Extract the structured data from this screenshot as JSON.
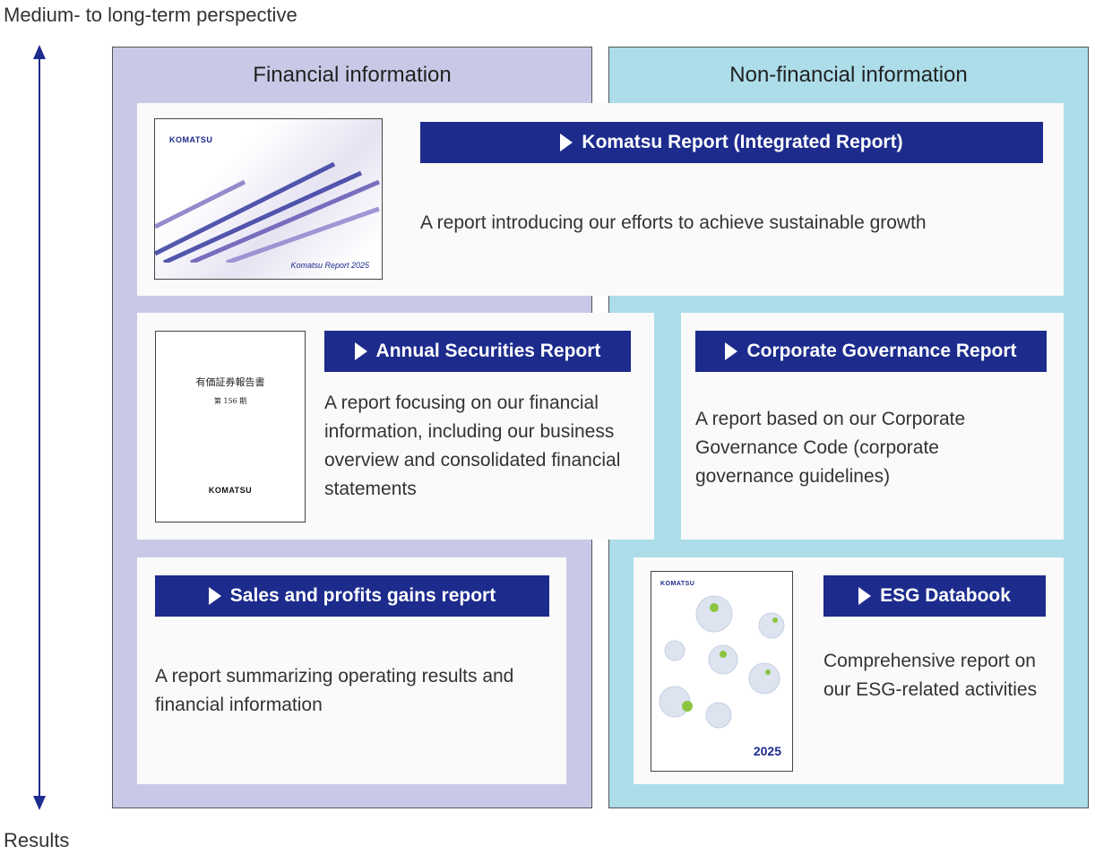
{
  "axis": {
    "top_label": "Medium- to long-term perspective",
    "bottom_label": "Results"
  },
  "panels": {
    "financial": "Financial information",
    "non_financial": "Non-financial information"
  },
  "reports": [
    {
      "title": "Komatsu Report (Integrated Report)",
      "description": "A report introducing our efforts to achieve sustainable growth",
      "cover_logo": "KOMATSU",
      "cover_caption": "Komatsu Report 2025"
    },
    {
      "title": "Annual Securities Report",
      "description": "A report focusing on our financial information, including our business overview and consolidated financial statements",
      "cover_logo": "KOMATSU",
      "cover_title": "有価証券報告書",
      "cover_sub": "第 156 期"
    },
    {
      "title": "Corporate Governance Report",
      "description": "A report based on our Corporate Governance Code (corporate governance guidelines)"
    },
    {
      "title": "Sales and profits gains report",
      "description": "A report summarizing operating results and financial information"
    },
    {
      "title": "ESG Databook",
      "description": "Comprehensive report on our ESG-related activities",
      "cover_logo": "KOMATSU",
      "cover_year": "2025"
    }
  ],
  "colors": {
    "navy": "#1c2b8c",
    "financial_bg": "#c9c9e7",
    "non_financial_bg": "#acdde9"
  }
}
